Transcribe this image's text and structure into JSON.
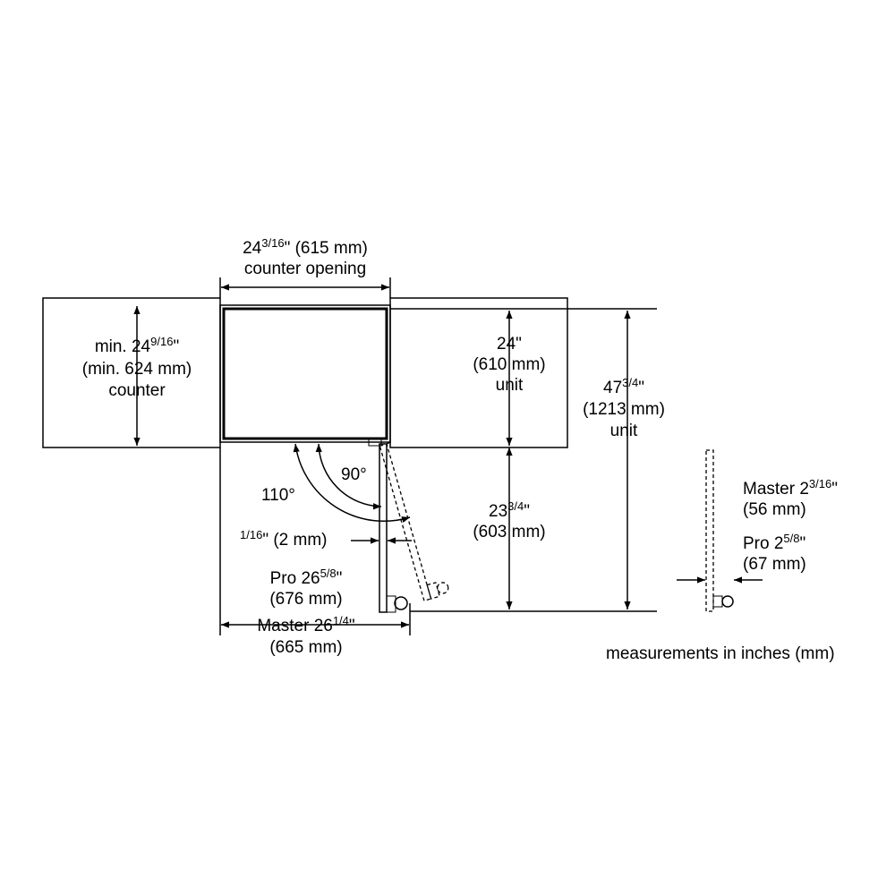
{
  "labels": {
    "opening_value_main": "24",
    "opening_value_frac": "3/16",
    "opening_value_rest": "\" (615 mm)",
    "opening_caption": "counter opening",
    "counter_line1_main": "min. 24",
    "counter_line1_frac": "9/16",
    "counter_line1_rest": "\"",
    "counter_line2": "(min. 624 mm)",
    "counter_line3": "counter",
    "unit_line1": "24\"",
    "unit_line2": "(610 mm)",
    "unit_line3": "unit",
    "total_line1_main": "47",
    "total_line1_frac": "3/4",
    "total_line1_rest": "\"",
    "total_line2": "(1213 mm)",
    "total_line3": "unit",
    "door_line1_main": "23",
    "door_line1_frac": "3/4",
    "door_line1_rest": "\"",
    "door_line2": "(603 mm)",
    "angle_90": "90°",
    "angle_110": "110°",
    "gap_frac": "1/16",
    "gap_rest": "\" (2 mm)",
    "pro_depth_main": "Pro 26",
    "pro_depth_frac": "5/8",
    "pro_depth_rest": "\"",
    "pro_depth_mm": "(676 mm)",
    "master_depth_main": "Master 26",
    "master_depth_frac": "1/4",
    "master_depth_rest": "\"",
    "master_depth_mm": "(665 mm)",
    "master_handle_main": "Master 2",
    "master_handle_frac": "3/16",
    "master_handle_rest": "\"",
    "master_handle_mm": "(56 mm)",
    "pro_handle_main": "Pro 2",
    "pro_handle_frac": "5/8",
    "pro_handle_rest": "\"",
    "pro_handle_mm": "(67 mm)",
    "units_note": "measurements in inches (mm)"
  }
}
